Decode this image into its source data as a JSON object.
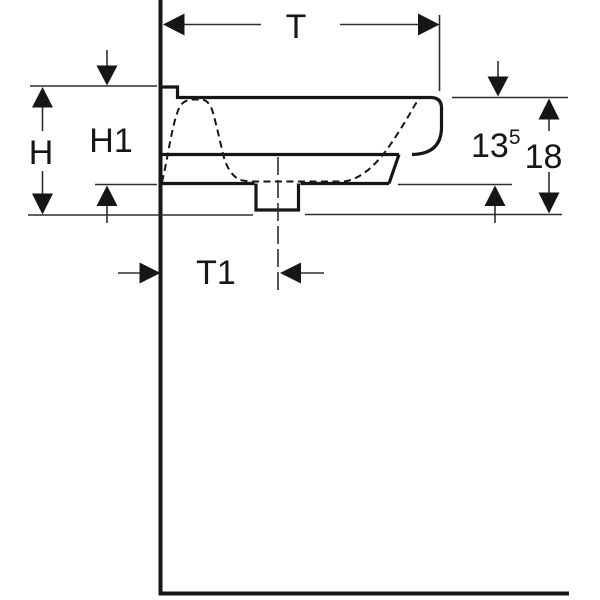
{
  "diagram": {
    "description": "Technical side-profile dimension drawing of a wall-hung washbasin with drain trap",
    "colors": {
      "ink": "#161616",
      "background": "#ffffff"
    },
    "labels": {
      "T": "T",
      "H": "H",
      "H1": "H1",
      "T1": "T1",
      "front_depth_base": "13",
      "front_depth_sup": "5",
      "total_depth": "18"
    }
  }
}
